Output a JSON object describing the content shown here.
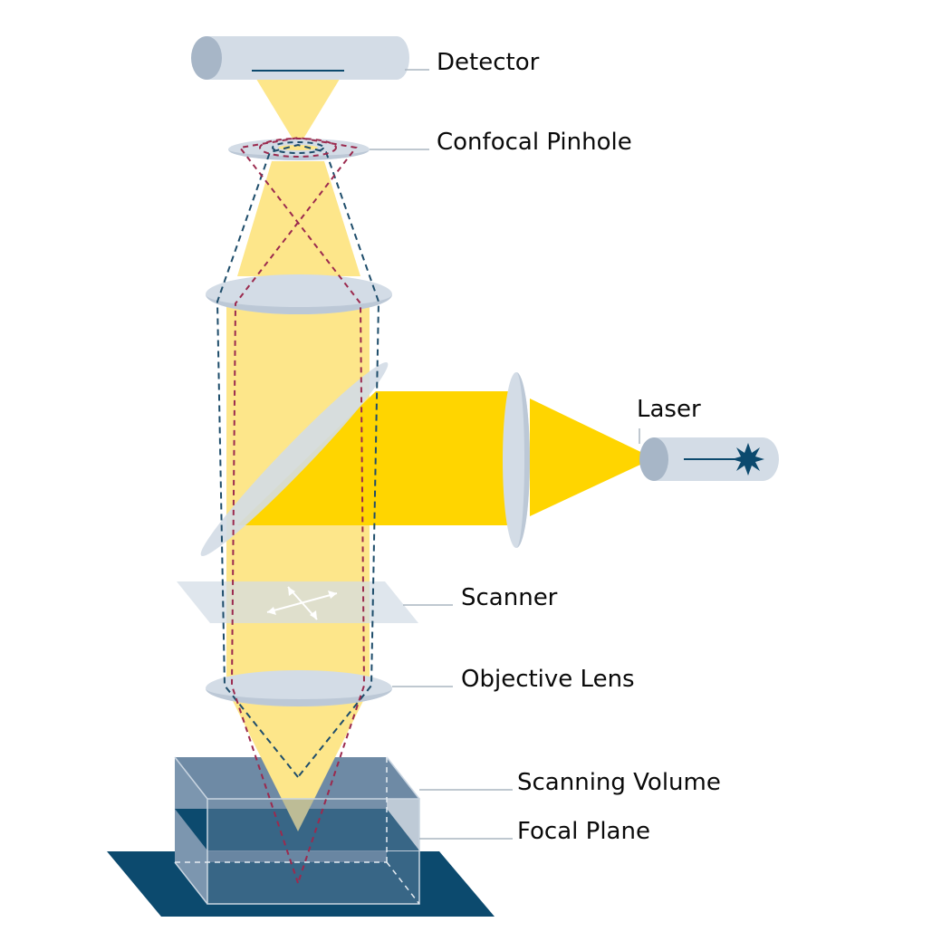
{
  "labels": {
    "detector": "Detector",
    "confocal_pinhole": "Confocal Pinhole",
    "laser": "Laser",
    "scanner": "Scanner",
    "objective_lens": "Objective Lens",
    "scanning_volume": "Scanning Volume",
    "focal_plane": "Focal Plane"
  },
  "colors": {
    "laser_beam": "#FFD500",
    "emission_light": "#FDE68A",
    "optics": "#D3DCE6",
    "optics_shade": "#A7B6C7",
    "dark_blue": "#0C4A6E",
    "volume": "#6E8AA5",
    "in_focus_path": "#1E4D6B",
    "out_of_focus_path": "#9B2A4E",
    "leader_line": "#AAB5C0"
  }
}
